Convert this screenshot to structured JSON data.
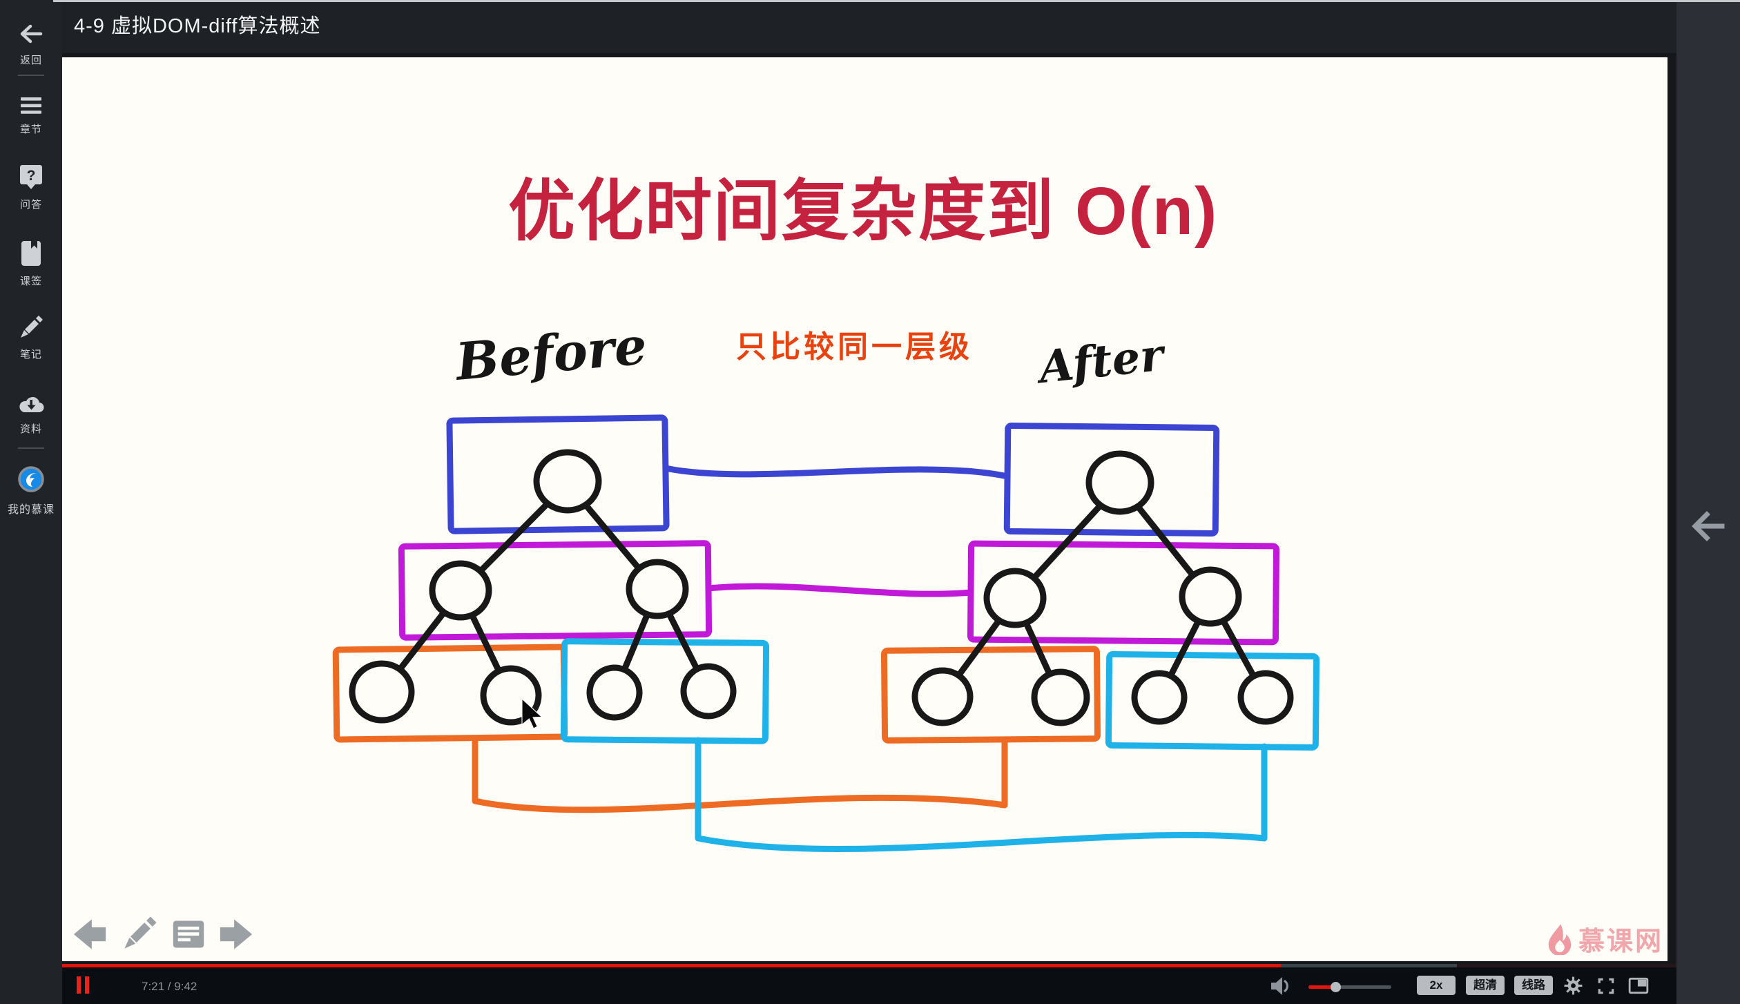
{
  "header": {
    "title": "4-9 虚拟DOM-diff算法概述"
  },
  "sidebar": {
    "items": [
      {
        "id": "back",
        "icon": "arrow-left-icon",
        "label": "返回"
      },
      {
        "id": "chapters",
        "icon": "menu-icon",
        "label": "章节"
      },
      {
        "id": "qa",
        "icon": "question-bubble-icon",
        "label": "问答"
      },
      {
        "id": "bookmark",
        "icon": "bookmark-icon",
        "label": "课签"
      },
      {
        "id": "notes",
        "icon": "pencil-icon",
        "label": "笔记"
      },
      {
        "id": "materials",
        "icon": "cloud-download-icon",
        "label": "资料"
      },
      {
        "id": "my-imooc",
        "icon": "imooc-avatar-icon",
        "label": "我的慕课"
      }
    ]
  },
  "slide": {
    "title": "优化时间复杂度到 O(n)",
    "annotation": "只比较同一层级",
    "before_label": "Before",
    "after_label": "After",
    "watermark": "慕课网"
  },
  "player": {
    "time_display": "7:21 / 9:42",
    "current_time": "7:21",
    "duration": "9:42",
    "progress_percent": 75.5,
    "buffered_percent": 86.4,
    "volume_percent": 32,
    "speed_label": "2x",
    "quality_label": "超清",
    "route_label": "线路",
    "state": "playing"
  },
  "diagram": {
    "type": "tree-diff-comparison",
    "trees": [
      {
        "label": "Before",
        "levels": [
          {
            "nodes": 1,
            "group": "blue"
          },
          {
            "nodes": 2,
            "group": "magenta"
          },
          {
            "nodes": 4,
            "groups": [
              "orange",
              "orange",
              "cyan",
              "cyan"
            ]
          }
        ]
      },
      {
        "label": "After",
        "levels": [
          {
            "nodes": 1,
            "group": "blue"
          },
          {
            "nodes": 2,
            "group": "magenta"
          },
          {
            "nodes": 4,
            "groups": [
              "orange",
              "orange",
              "cyan",
              "cyan"
            ]
          }
        ]
      }
    ],
    "level_links": [
      {
        "level": 1,
        "color_name": "blue"
      },
      {
        "level": 2,
        "color_name": "magenta"
      },
      {
        "level": 3,
        "color_name": "orange"
      },
      {
        "level": 3,
        "color_name": "cyan"
      }
    ]
  },
  "colors": {
    "accent_red": "#e0150e",
    "title_red": "#c4223e",
    "annotation_orange": "#e8430f",
    "tree_blue": "#3b45d1",
    "tree_magenta": "#c01ad8",
    "tree_orange": "#ee6b24",
    "tree_cyan": "#1eb2e8",
    "node_black": "#181818",
    "button_gray": "#b8bcc0",
    "watermark_pink": "#f0a6ab",
    "sidebar_bg": "#202327",
    "player_bg": "#0a0e13"
  },
  "icons": {
    "pause": "two-red-bars",
    "volume": "speaker-with-wave",
    "settings": "gear",
    "fullscreen": "corner-brackets",
    "pip": "picture-in-picture",
    "right_panel_back": "arrow-left"
  }
}
